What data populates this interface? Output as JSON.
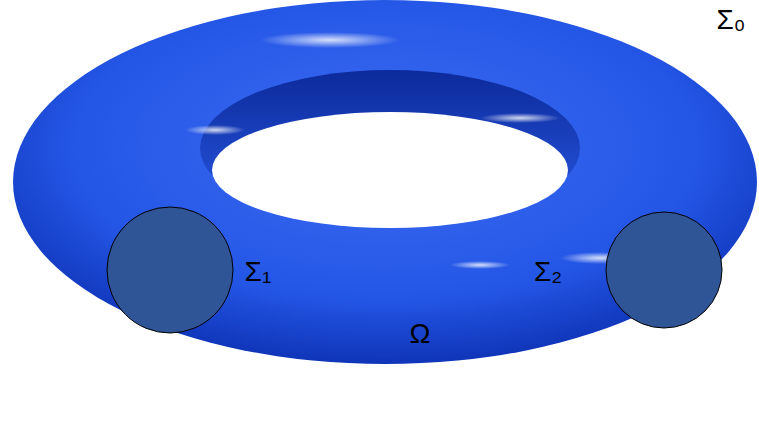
{
  "diagram": {
    "labels": [
      "Σ₀",
      "Σ₁",
      "Σ₂",
      "Ω"
    ]
  }
}
